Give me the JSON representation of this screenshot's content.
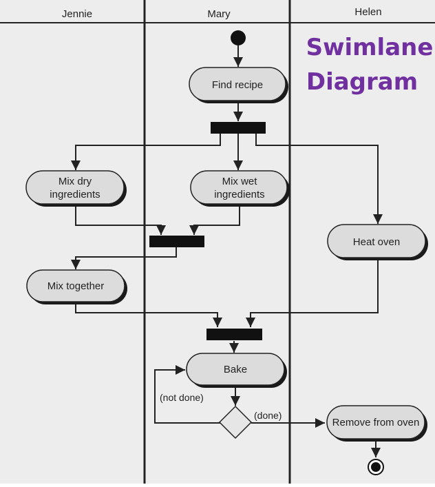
{
  "title_lines": [
    "Swimlane",
    "Diagram"
  ],
  "colors": {
    "title": "#7030a0",
    "background": "#ededed",
    "node_fill": "#dcdcdc",
    "ink": "#222222"
  },
  "lanes": [
    "Jennie",
    "Mary",
    "Helen"
  ],
  "nodes": {
    "find_recipe": "Find recipe",
    "mix_dry": [
      "Mix dry",
      "ingredients"
    ],
    "mix_wet": [
      "Mix wet",
      "ingredients"
    ],
    "heat_oven": "Heat oven",
    "mix_together": "Mix together",
    "bake": "Bake",
    "remove_from_oven": "Remove from oven"
  },
  "guards": {
    "not_done": "(not done)",
    "done": "(done)"
  }
}
